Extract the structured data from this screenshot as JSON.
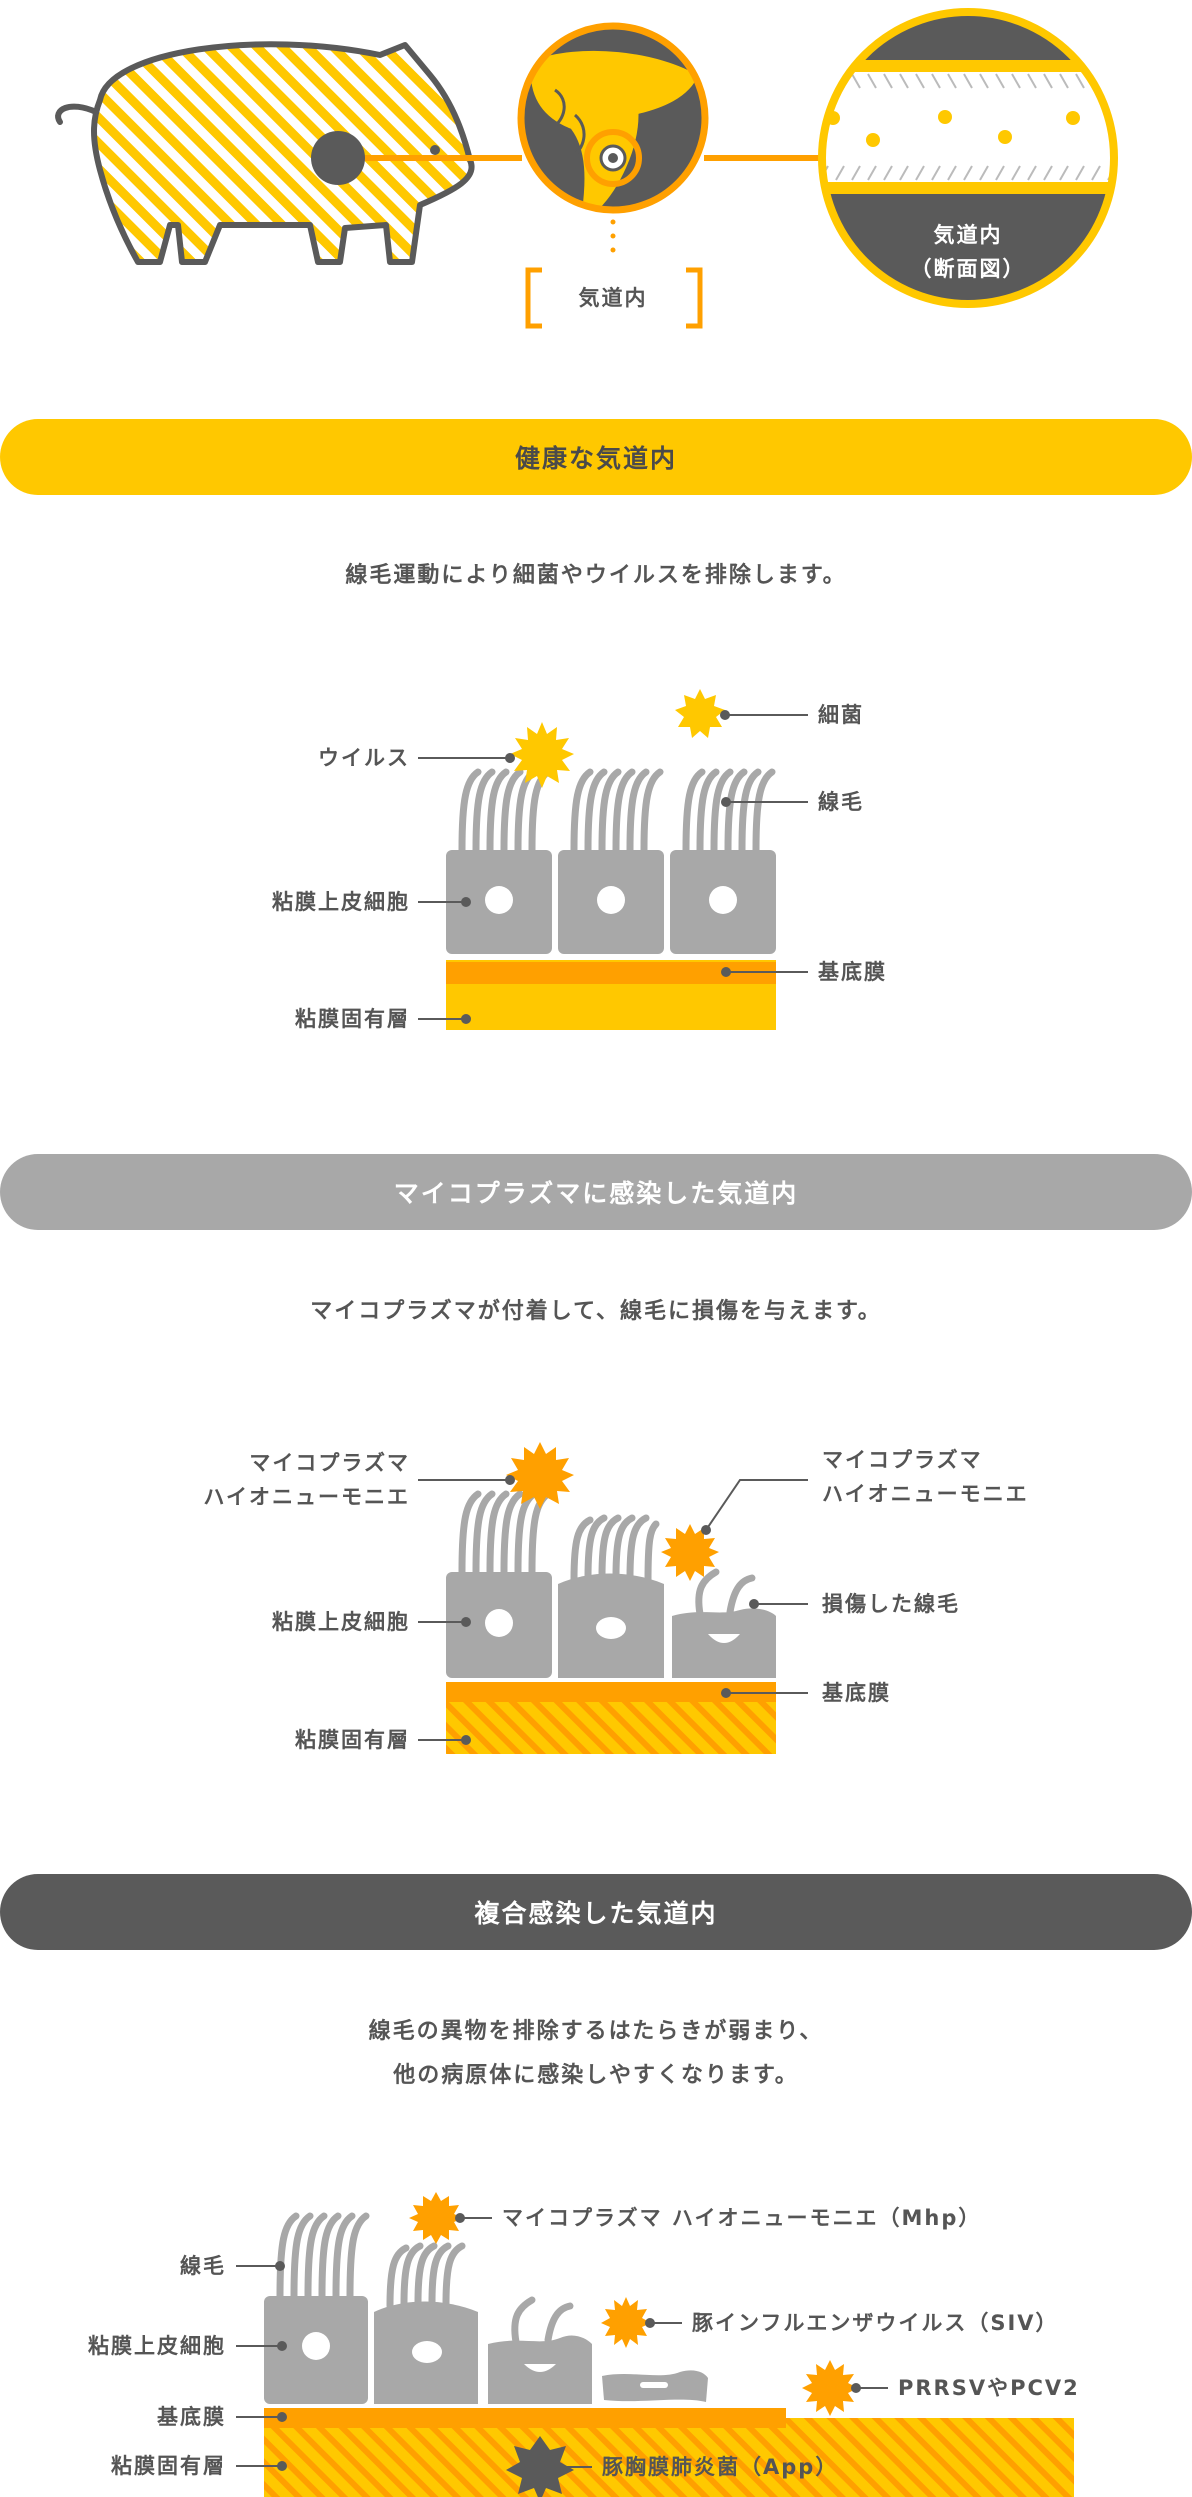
{
  "header": {
    "bracket_label": "気道内",
    "cross_section_label_line1": "気道内",
    "cross_section_label_line2": "（断面図）"
  },
  "sections": [
    {
      "title": "健康な気道内",
      "description": "線毛運動により細菌やウイルスを排除します。",
      "labels": {
        "virus": "ウイルス",
        "bacteria": "細菌",
        "cilia": "線毛",
        "epithelial_cell": "粘膜上皮細胞",
        "basement_membrane": "基底膜",
        "lamina_propria": "粘膜固有層"
      }
    },
    {
      "title": "マイコプラズマに感染した気道内",
      "description": "マイコプラズマが付着して、線毛に損傷を与えます。",
      "labels": {
        "mhp_left_line1": "マイコプラズマ",
        "mhp_left_line2": "ハイオニューモニエ",
        "mhp_right_line1": "マイコプラズマ",
        "mhp_right_line2": "ハイオニューモニエ",
        "damaged_cilia": "損傷した線毛",
        "epithelial_cell": "粘膜上皮細胞",
        "basement_membrane": "基底膜",
        "lamina_propria": "粘膜固有層"
      }
    },
    {
      "title": "複合感染した気道内",
      "description_line1": "線毛の異物を排除するはたらきが弱まり、",
      "description_line2": "他の病原体に感染しやすくなります。",
      "labels": {
        "cilia": "線毛",
        "epithelial_cell": "粘膜上皮細胞",
        "basement_membrane": "基底膜",
        "lamina_propria": "粘膜固有層",
        "mhp": "マイコプラズマ ハイオニューモニエ（Mhp）",
        "siv": "豚インフルエンザウイルス（SIV）",
        "prrsv": "PRRSVやPCV2",
        "app": "豚胸膜肺炎菌（App）"
      }
    }
  ],
  "colors": {
    "yellow": "#FFC800",
    "orange": "#FFA000",
    "light_gray": "#A8A8A8",
    "dark_gray": "#5A5A5A",
    "text": "#555555"
  }
}
